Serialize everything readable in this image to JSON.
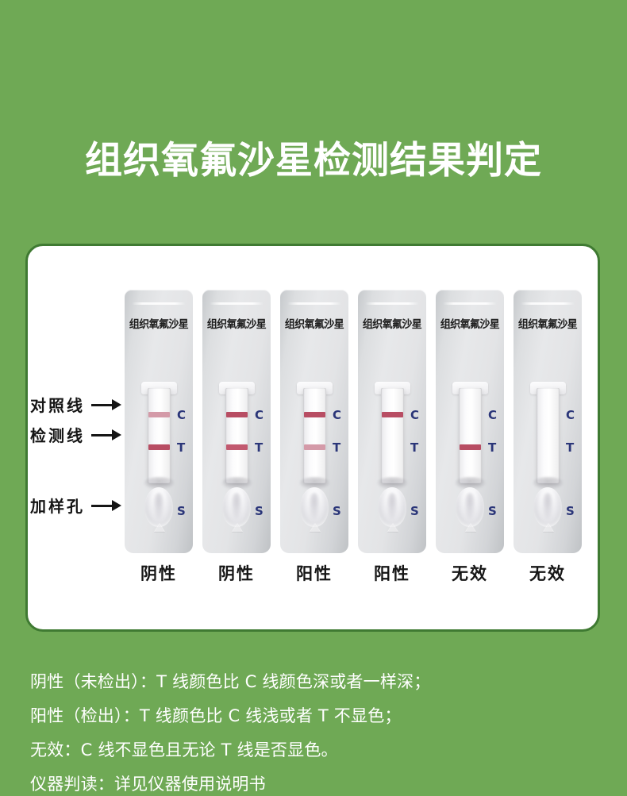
{
  "page": {
    "title": "组织氧氟沙星检测结果判定",
    "background_color": "#6fa955",
    "title_color": "#ffffff"
  },
  "panel": {
    "border_color": "#3f7a32",
    "background_color": "#ffffff"
  },
  "annotations": {
    "control_line": "对照线",
    "test_line": "检测线",
    "sample_well": "加样孔"
  },
  "strip_common": {
    "brand": "组织氧氟沙星",
    "letter_control": "C",
    "letter_test": "T",
    "letter_sample": "S",
    "letter_color": "#2b3679",
    "band_color_dark": "#b84d63",
    "band_color_medium": "#c2596f",
    "band_color_light": "#d49aa8"
  },
  "strips": [
    {
      "id": "strip-1",
      "brand": "组织氧氟沙星",
      "verdict": "阴性",
      "c_band": "light",
      "t_band": "dark"
    },
    {
      "id": "strip-2",
      "brand": "组织氧氟沙星",
      "verdict": "阴性",
      "c_band": "dark",
      "t_band": "medium"
    },
    {
      "id": "strip-3",
      "brand": "组织氧氟沙星",
      "verdict": "阳性",
      "c_band": "dark",
      "t_band": "light"
    },
    {
      "id": "strip-4",
      "brand": "组织氧氟沙星",
      "verdict": "阳性",
      "c_band": "dark",
      "t_band": "none"
    },
    {
      "id": "strip-5",
      "brand": "组织氧氟沙星",
      "verdict": "无效",
      "c_band": "none",
      "t_band": "dark"
    },
    {
      "id": "strip-6",
      "brand": "组织氧氟沙星",
      "verdict": "无效",
      "c_band": "none",
      "t_band": "none"
    }
  ],
  "legend": {
    "lines": [
      "阴性（未检出）：T 线颜色比 C 线颜色深或者一样深；",
      "阳性（检出）：T 线颜色比 C 线浅或者 T 不显色；",
      "无效：C 线不显色且无论 T 线是否显色。",
      "仪器判读：详见仪器使用说明书"
    ]
  }
}
